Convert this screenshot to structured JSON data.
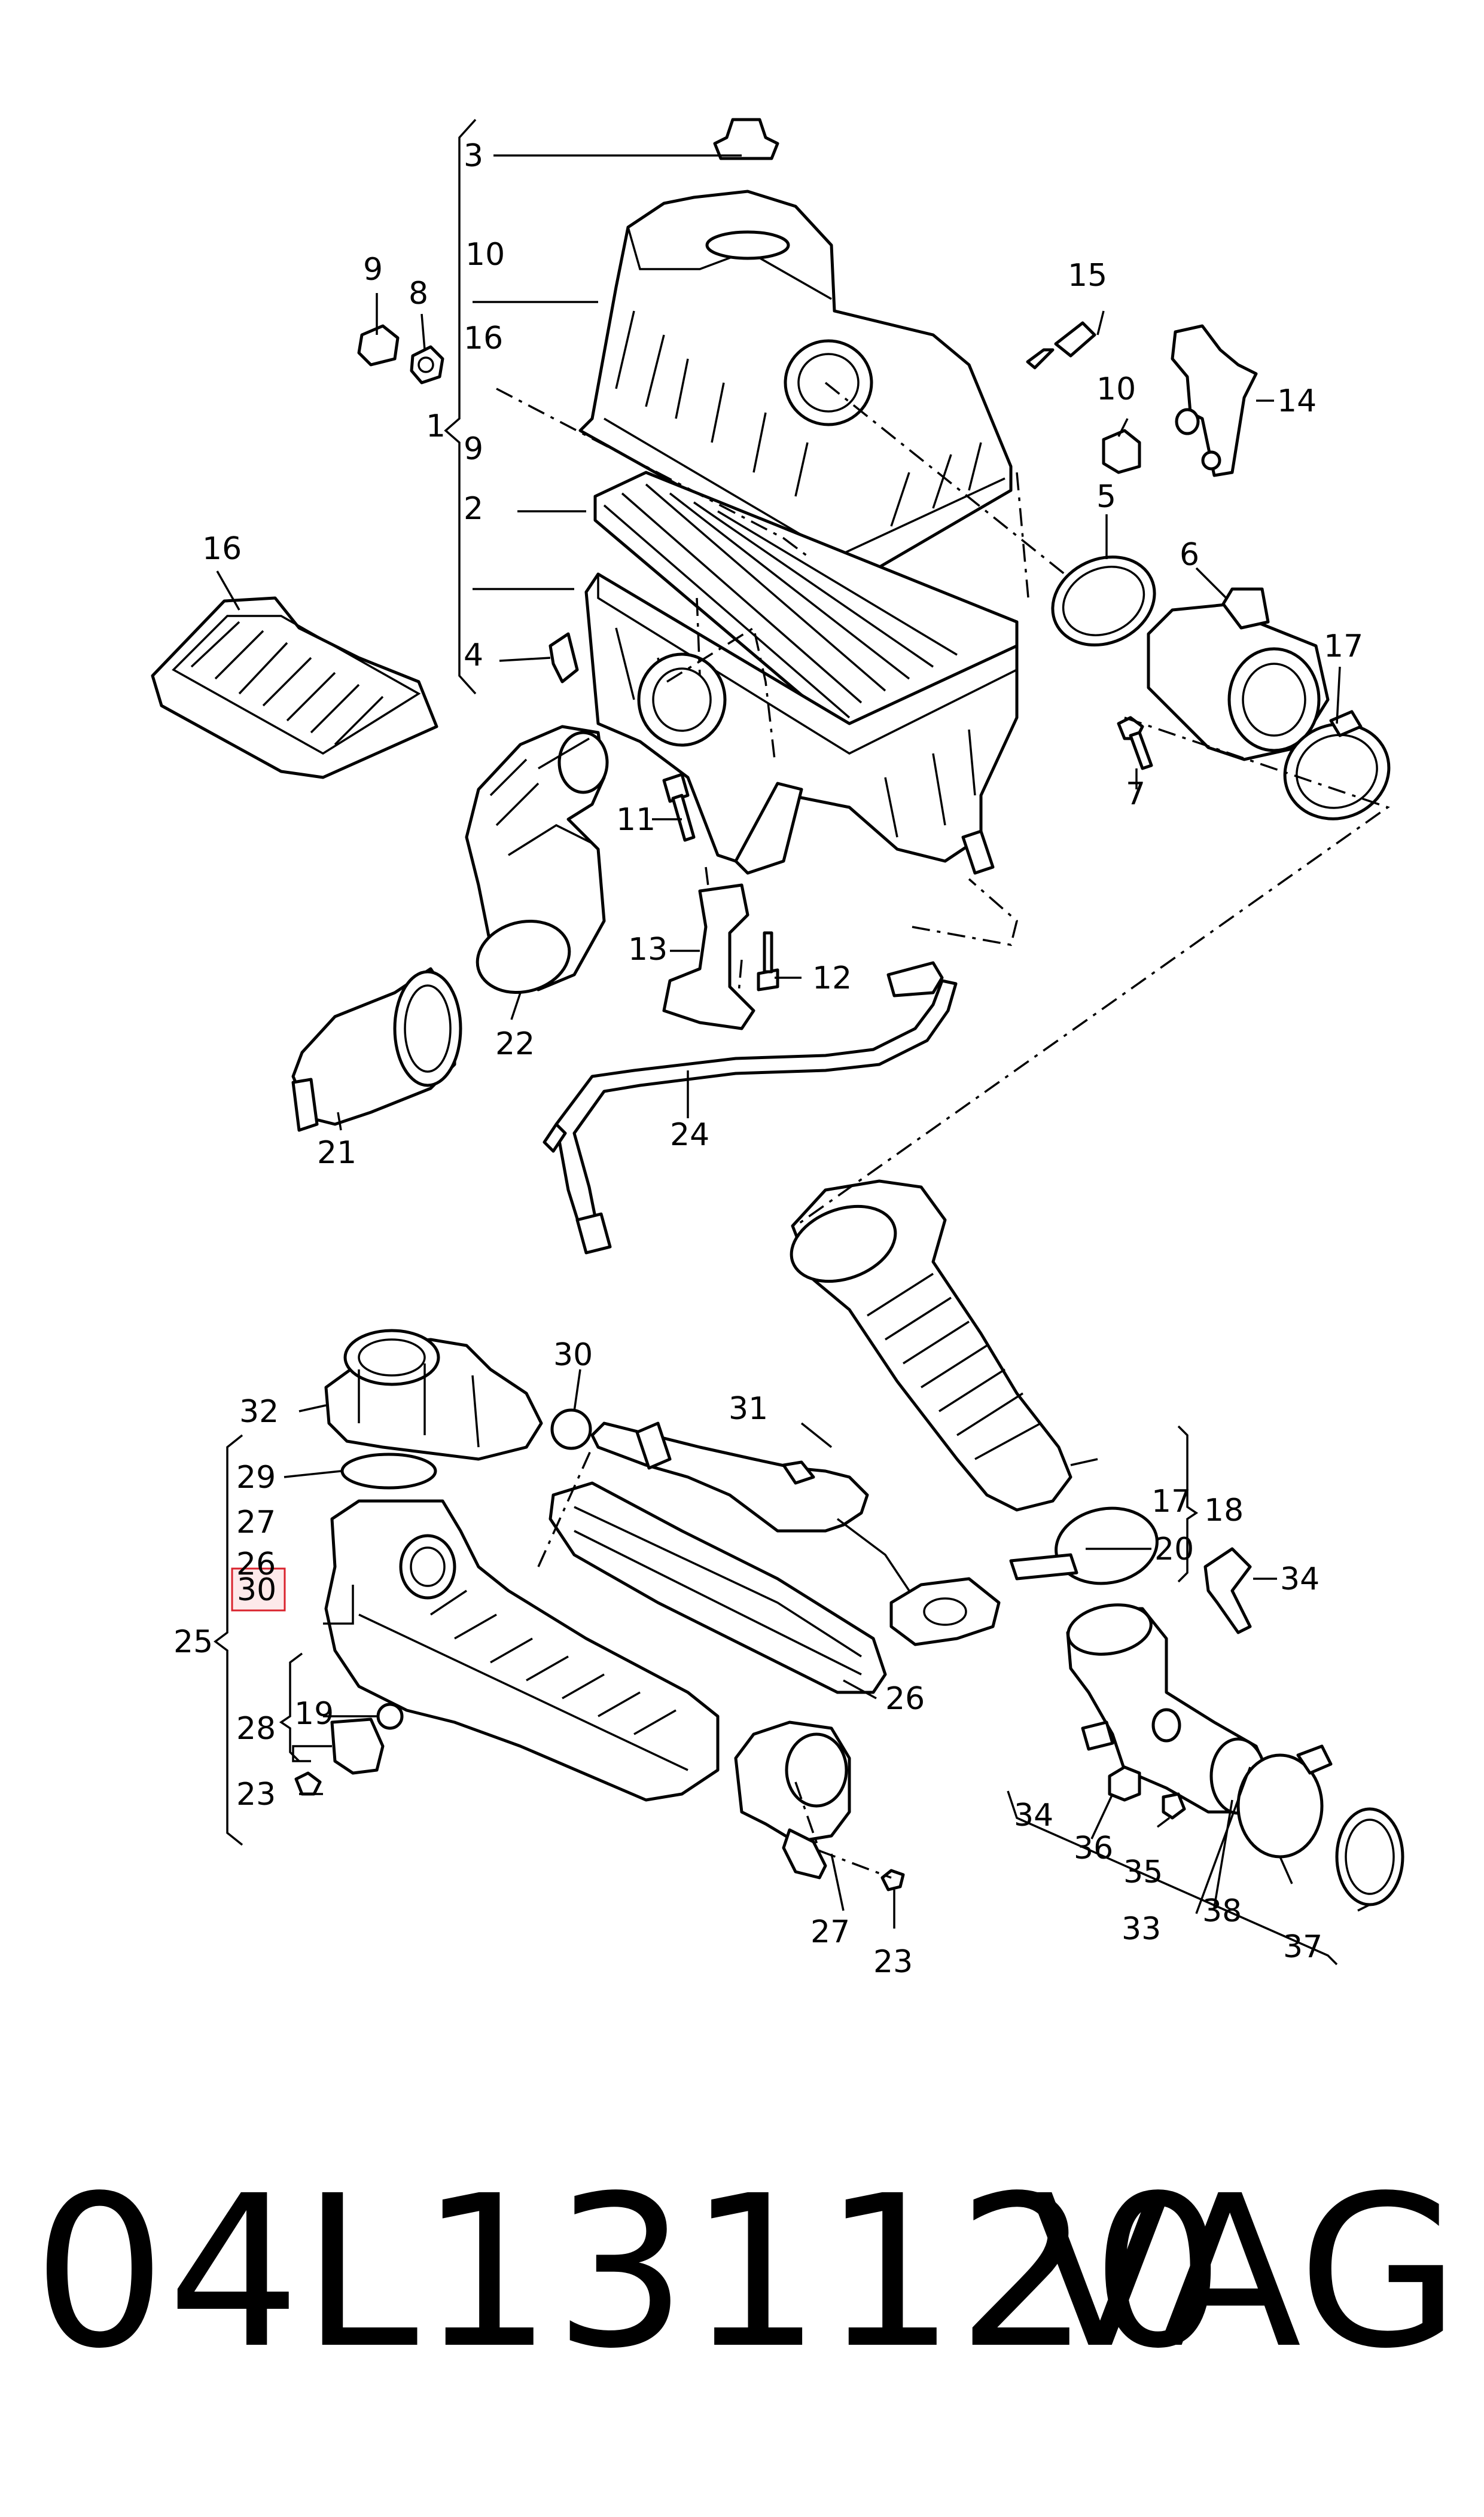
{
  "callouts": {
    "c1": "1",
    "c2": "2",
    "c3": "3",
    "c4": "4",
    "c5": "5",
    "c6": "6",
    "c7": "7",
    "c8": "8",
    "c9a": "9",
    "c9b": "9",
    "c10a": "10",
    "c10b": "10",
    "c11": "11",
    "c12": "12",
    "c13": "13",
    "c14": "14",
    "c15": "15",
    "c16a": "16",
    "c16b": "16",
    "c17a": "17",
    "c17b": "17",
    "c18": "18",
    "c19": "19",
    "c20": "20",
    "c21": "21",
    "c22": "22",
    "c23a": "23",
    "c23b": "23",
    "c24": "24",
    "c25": "25",
    "c26a": "26",
    "c26b": "26",
    "c27a": "27",
    "c27b": "27",
    "c28": "28",
    "c29": "29",
    "c30a": "30",
    "c30b": "30",
    "c31": "31",
    "c32": "32",
    "c33": "33",
    "c34a": "34",
    "c34b": "34",
    "c35": "35",
    "c36": "36",
    "c37": "37",
    "c38": "38"
  },
  "footer": {
    "part_number": "04L131120",
    "brand": "VAG"
  },
  "colors": {
    "line": "#000000",
    "background": "#ffffff",
    "highlight_border": "#d9232d",
    "highlight_fill": "#fde9ea"
  }
}
